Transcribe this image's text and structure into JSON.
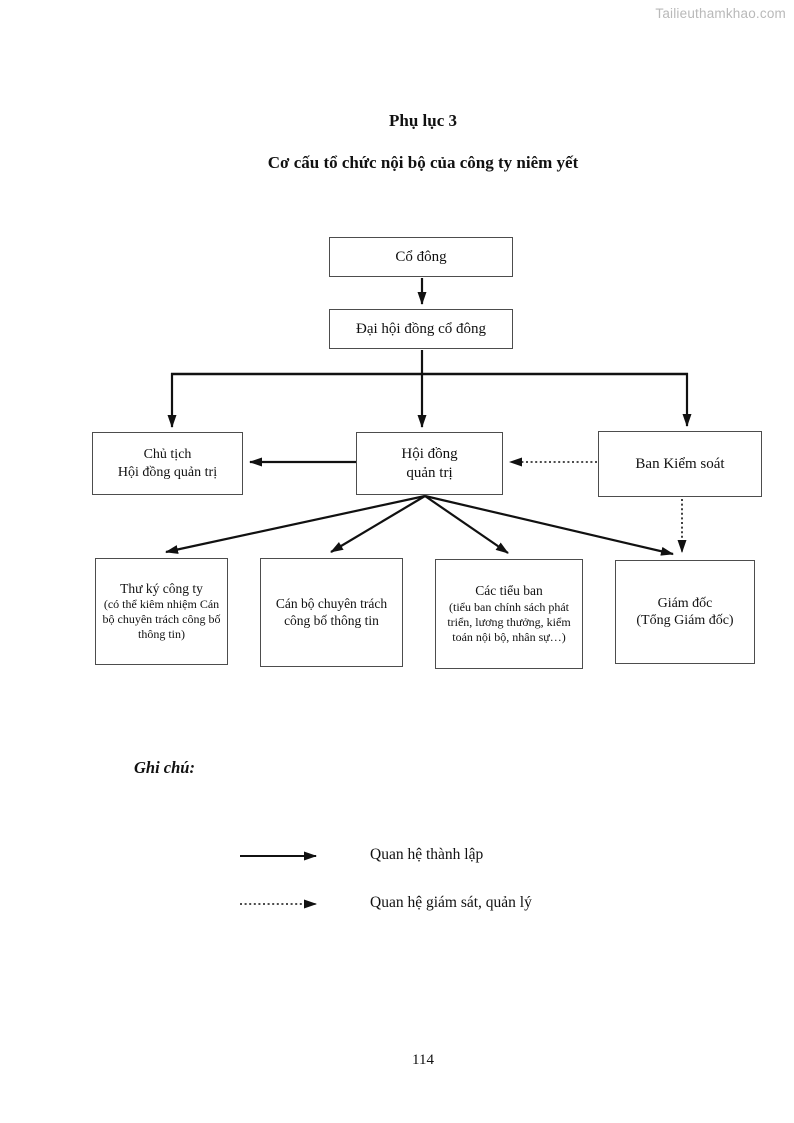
{
  "watermark": {
    "text": "Tailieuthamkhao.com"
  },
  "page": {
    "title": "Phụ lục 3",
    "subtitle": "Cơ cấu tổ chức nội bộ của công ty niêm yết",
    "page_number": "114"
  },
  "org_chart": {
    "nodes": {
      "co_dong": {
        "label": "Cổ đông"
      },
      "dai_hoi": {
        "label": "Đại hội đồng cổ đông"
      },
      "chu_tich": {
        "label": "Chủ tịch",
        "sublabel": "Hội đồng quản trị"
      },
      "hoi_dong": {
        "label": "Hội đồng",
        "sublabel": "quản trị"
      },
      "ban_kiem_soat": {
        "label": "Ban Kiểm soát"
      },
      "thu_ky": {
        "label": "Thư ký công ty",
        "sublabel": "(có thể kiêm nhiệm Cán bộ chuyên trách công bố thông tin)"
      },
      "can_bo": {
        "label": "Cán bộ chuyên trách công bố thông tin"
      },
      "cac_tieu_ban": {
        "label": "Các tiểu ban",
        "sublabel": "(tiểu ban chính sách phát triển, lương thưởng, kiểm toán nội bộ, nhân sự…)"
      },
      "giam_doc": {
        "label": "Giám đốc",
        "sublabel": "(Tổng Giám đốc)"
      }
    }
  },
  "legend": {
    "heading": "Ghi chú:",
    "items": [
      {
        "style": "solid",
        "label": "Quan hệ thành lập"
      },
      {
        "style": "dotted",
        "label": "Quan hệ giám sát, quản lý"
      }
    ]
  },
  "colors": {
    "line": "#111111",
    "box_border": "#4d4d4d",
    "watermark_text": "#b9b9b9",
    "background": "#ffffff"
  }
}
